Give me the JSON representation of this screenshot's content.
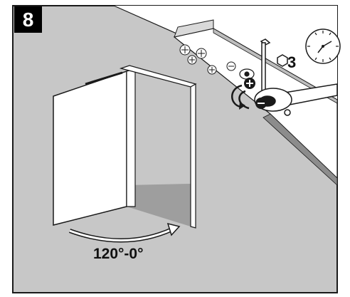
{
  "step": {
    "number": "8"
  },
  "instruction": {
    "angle_range": "120°-0°",
    "hex_key_size": "3",
    "icons": [
      "hex-key-icon",
      "clock-icon",
      "plus-sign-icon",
      "minus-sign-icon",
      "rotation-arrow-icon",
      "swing-arc-arrow-icon"
    ]
  },
  "colors": {
    "wall": "#c7c7c7",
    "frame_border": "#1a1a1a",
    "door_panel": "#ffffff",
    "shadow": "#9e9e9e"
  }
}
